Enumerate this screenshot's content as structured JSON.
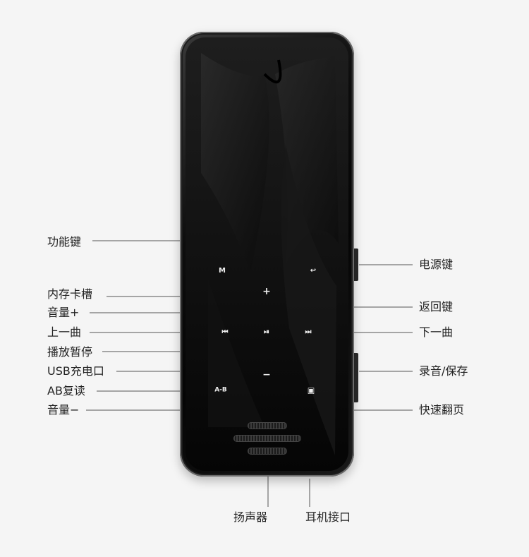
{
  "labels_left": [
    "功能键",
    "内存卡槽",
    "音量+",
    "上一曲",
    "播放暂停",
    "USB充电口",
    "AB复读",
    "音量−"
  ],
  "labels_right": [
    "电源键",
    "返回键",
    "下一曲",
    "录音/保存",
    "快速翻页"
  ],
  "labels_bottom": [
    "扬声器",
    "耳机接口"
  ],
  "device_buttons": {
    "menu": "M",
    "back": "↩",
    "volume_up": "+",
    "volume_down": "−",
    "prev": "⏮",
    "play_pause": "⏯",
    "next": "⏭",
    "ab_repeat": "A-B",
    "page_flip": "▣"
  },
  "colors": {
    "device_body": "#0d0d0d",
    "leader_line": "#555555",
    "background": "#f5f5f5"
  }
}
